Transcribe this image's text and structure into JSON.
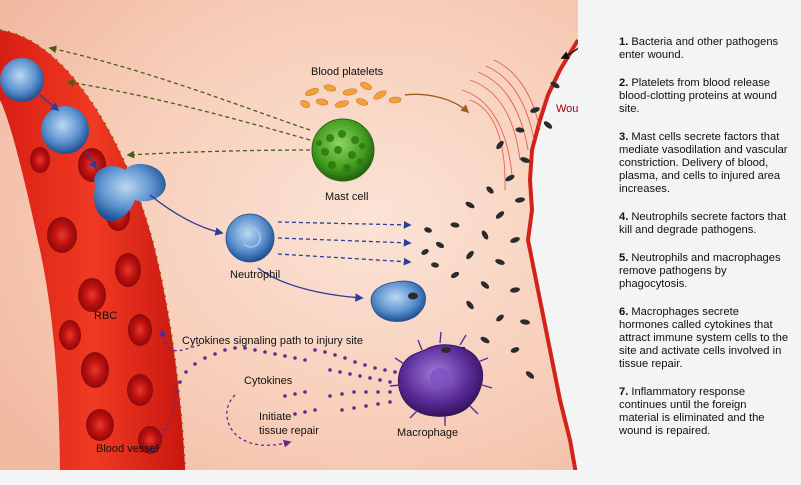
{
  "labels": {
    "blood_platelets": "Blood platelets",
    "wound": "Wound",
    "mast_cell": "Mast cell",
    "neutrophil": "Neutrophil",
    "rbc": "RBC",
    "cytokines_path": "Cytokines signaling path to injury site",
    "cytokines": "Cytokines",
    "initiate_line1": "Initiate",
    "initiate_line2": "tissue repair",
    "macrophage": "Macrophage",
    "blood_vessel": "Blood vessel"
  },
  "steps": [
    {
      "num": "1.",
      "text": "Bacteria and other pathogens enter wound."
    },
    {
      "num": "2.",
      "text": "Platelets from blood release blood-clotting proteins at wound site."
    },
    {
      "num": "3.",
      "text": "Mast cells secrete factors that mediate vasodilation and vascular constriction. Delivery of blood, plasma, and cells to injured area increases."
    },
    {
      "num": "4.",
      "text": "Neutrophils secrete factors that kill and degrade pathogens."
    },
    {
      "num": "5.",
      "text": "Neutrophils and macrophages remove pathogens by phagocytosis."
    },
    {
      "num": "6.",
      "text": "Macrophages secrete hormones called cytokines that attract immune system cells to the site and activate cells involved in tissue repair."
    },
    {
      "num": "7.",
      "text": "Inflammatory response continues until the foreign material is eliminated and the wound is repaired."
    }
  ],
  "colors": {
    "tissue": "#f6c7b3",
    "vessel": "#e0261b",
    "rbc": "#c91610",
    "mast_cell": "#3f9a1c",
    "neutrophil": "#2f6fb0",
    "macrophage": "#5b2c9a",
    "platelet": "#f2a03a",
    "bacteria": "#2b2b2b",
    "arrow_blue": "#2a3f9a",
    "arrow_green": "#4a5e16",
    "arrow_purple": "#5e2a8c",
    "wound_text": "#b00000"
  }
}
